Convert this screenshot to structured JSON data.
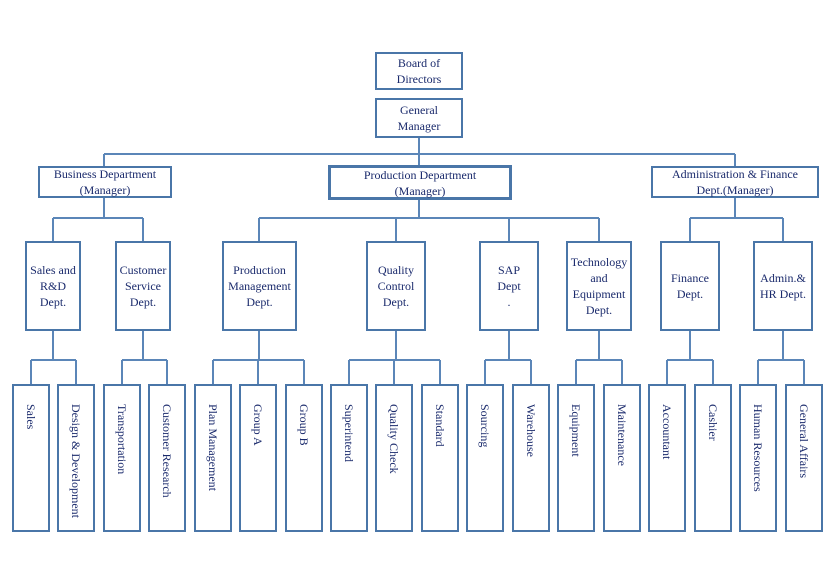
{
  "colors": {
    "line": "#5b86b8",
    "border": "#4a76a8",
    "text": "#1a2a6c"
  },
  "board": "Board of\nDirectors",
  "general_manager": "General\nManager",
  "departments": [
    {
      "label": "Business Department\n(Manager)",
      "units": [
        {
          "label": "Sales and\nR&D\nDept.",
          "leaves": [
            "Sales",
            "Design & Development"
          ]
        },
        {
          "label": "Customer\nService\nDept.",
          "leaves": [
            "Transportation",
            "Customer Research"
          ]
        }
      ]
    },
    {
      "label": "Production Department\n(Manager)",
      "units": [
        {
          "label": "Production\nManagement\nDept.",
          "leaves": [
            "Plan Management",
            "Group A",
            "Group B"
          ]
        },
        {
          "label": "Quality\nControl\nDept.",
          "leaves": [
            "Superintend",
            "Quality Check",
            "Standard"
          ]
        },
        {
          "label": "SAP\nDept\n.",
          "leaves": [
            "Sourcing",
            "Warehouse"
          ]
        },
        {
          "label": "Technology\nand\nEquipment\nDept.",
          "leaves": [
            "Equipment",
            "Maintenance"
          ]
        }
      ]
    },
    {
      "label": "Administration & Finance\nDept.(Manager)",
      "units": [
        {
          "label": "Finance\nDept.",
          "leaves": [
            "Accountant",
            "Cashier"
          ]
        },
        {
          "label": "Admin.&\nHR Dept.",
          "leaves": [
            "Human Resources",
            "General Affairs"
          ]
        }
      ]
    }
  ]
}
